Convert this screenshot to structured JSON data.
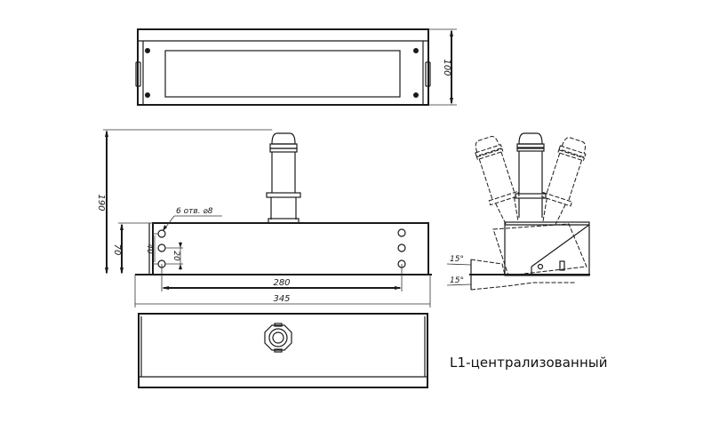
{
  "drawing": {
    "caption": "L1-централизованный",
    "views": {
      "top_view": {
        "height_dim": "100"
      },
      "front_view": {
        "overall_height_dim": "190",
        "body_height_dim": "70",
        "hole_span_dim": "40",
        "hole_pitch_dim": "20",
        "hole_callout": "6 отв. ⌀8",
        "hole_spacing_dim": "280",
        "overall_width_dim": "345"
      },
      "side_view": {
        "angle_upper": "15°",
        "angle_lower": "15°"
      },
      "bottom_view": {}
    }
  }
}
